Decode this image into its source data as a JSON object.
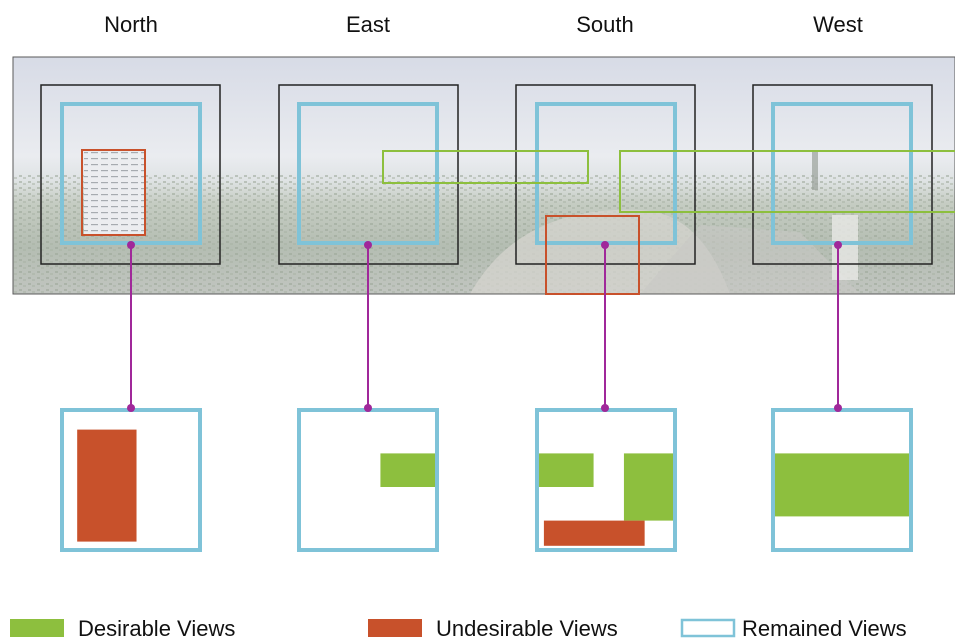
{
  "directions": [
    {
      "label": "North",
      "views": [
        {
          "type": "undesirable",
          "area": [
            0.11,
            0.14,
            0.54,
            0.94
          ]
        }
      ]
    },
    {
      "label": "East",
      "views": [
        {
          "type": "desirable",
          "area": [
            0.59,
            0.31,
            1.0,
            0.55
          ]
        }
      ]
    },
    {
      "label": "South",
      "views": [
        {
          "type": "desirable",
          "area": [
            0.0,
            0.31,
            0.41,
            0.55
          ]
        },
        {
          "type": "desirable",
          "area": [
            0.63,
            0.31,
            1.0,
            0.79
          ]
        },
        {
          "type": "undesirable",
          "area": [
            0.05,
            0.79,
            0.78,
            0.97
          ]
        }
      ]
    },
    {
      "label": "West",
      "views": [
        {
          "type": "desirable",
          "area": [
            0.0,
            0.31,
            1.0,
            0.76
          ]
        }
      ]
    }
  ],
  "legend": {
    "desirable": "Desirable Views",
    "undesirable": "Undesirable Views",
    "remained": "Remained Views"
  },
  "colors": {
    "desirable": "#8dbf3e",
    "undesirable": "#c8512b",
    "remained": "#7fc3d8",
    "frame": "#222222",
    "connector": "#a0289a"
  }
}
